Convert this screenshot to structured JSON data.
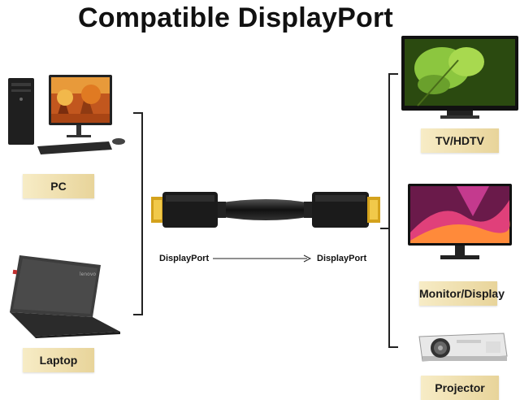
{
  "title": "Compatible DisplayPort",
  "sources": [
    {
      "label": "PC",
      "icon": "desktop-pc-icon"
    },
    {
      "label": "Laptop",
      "icon": "laptop-icon"
    }
  ],
  "cable": {
    "from_label": "DisplayPort",
    "to_label": "DisplayPort",
    "icon": "displayport-cable-icon"
  },
  "targets": [
    {
      "label": "TV/HDTV",
      "icon": "tv-icon"
    },
    {
      "label": "Monitor/Display",
      "icon": "monitor-icon"
    },
    {
      "label": "Projector",
      "icon": "projector-icon"
    }
  ],
  "laptop_brand": "lenovo",
  "colors": {
    "badge": "#ecdca8",
    "line": "#222222",
    "connector": "#1b1b1b",
    "pin": "#d4a21c"
  }
}
